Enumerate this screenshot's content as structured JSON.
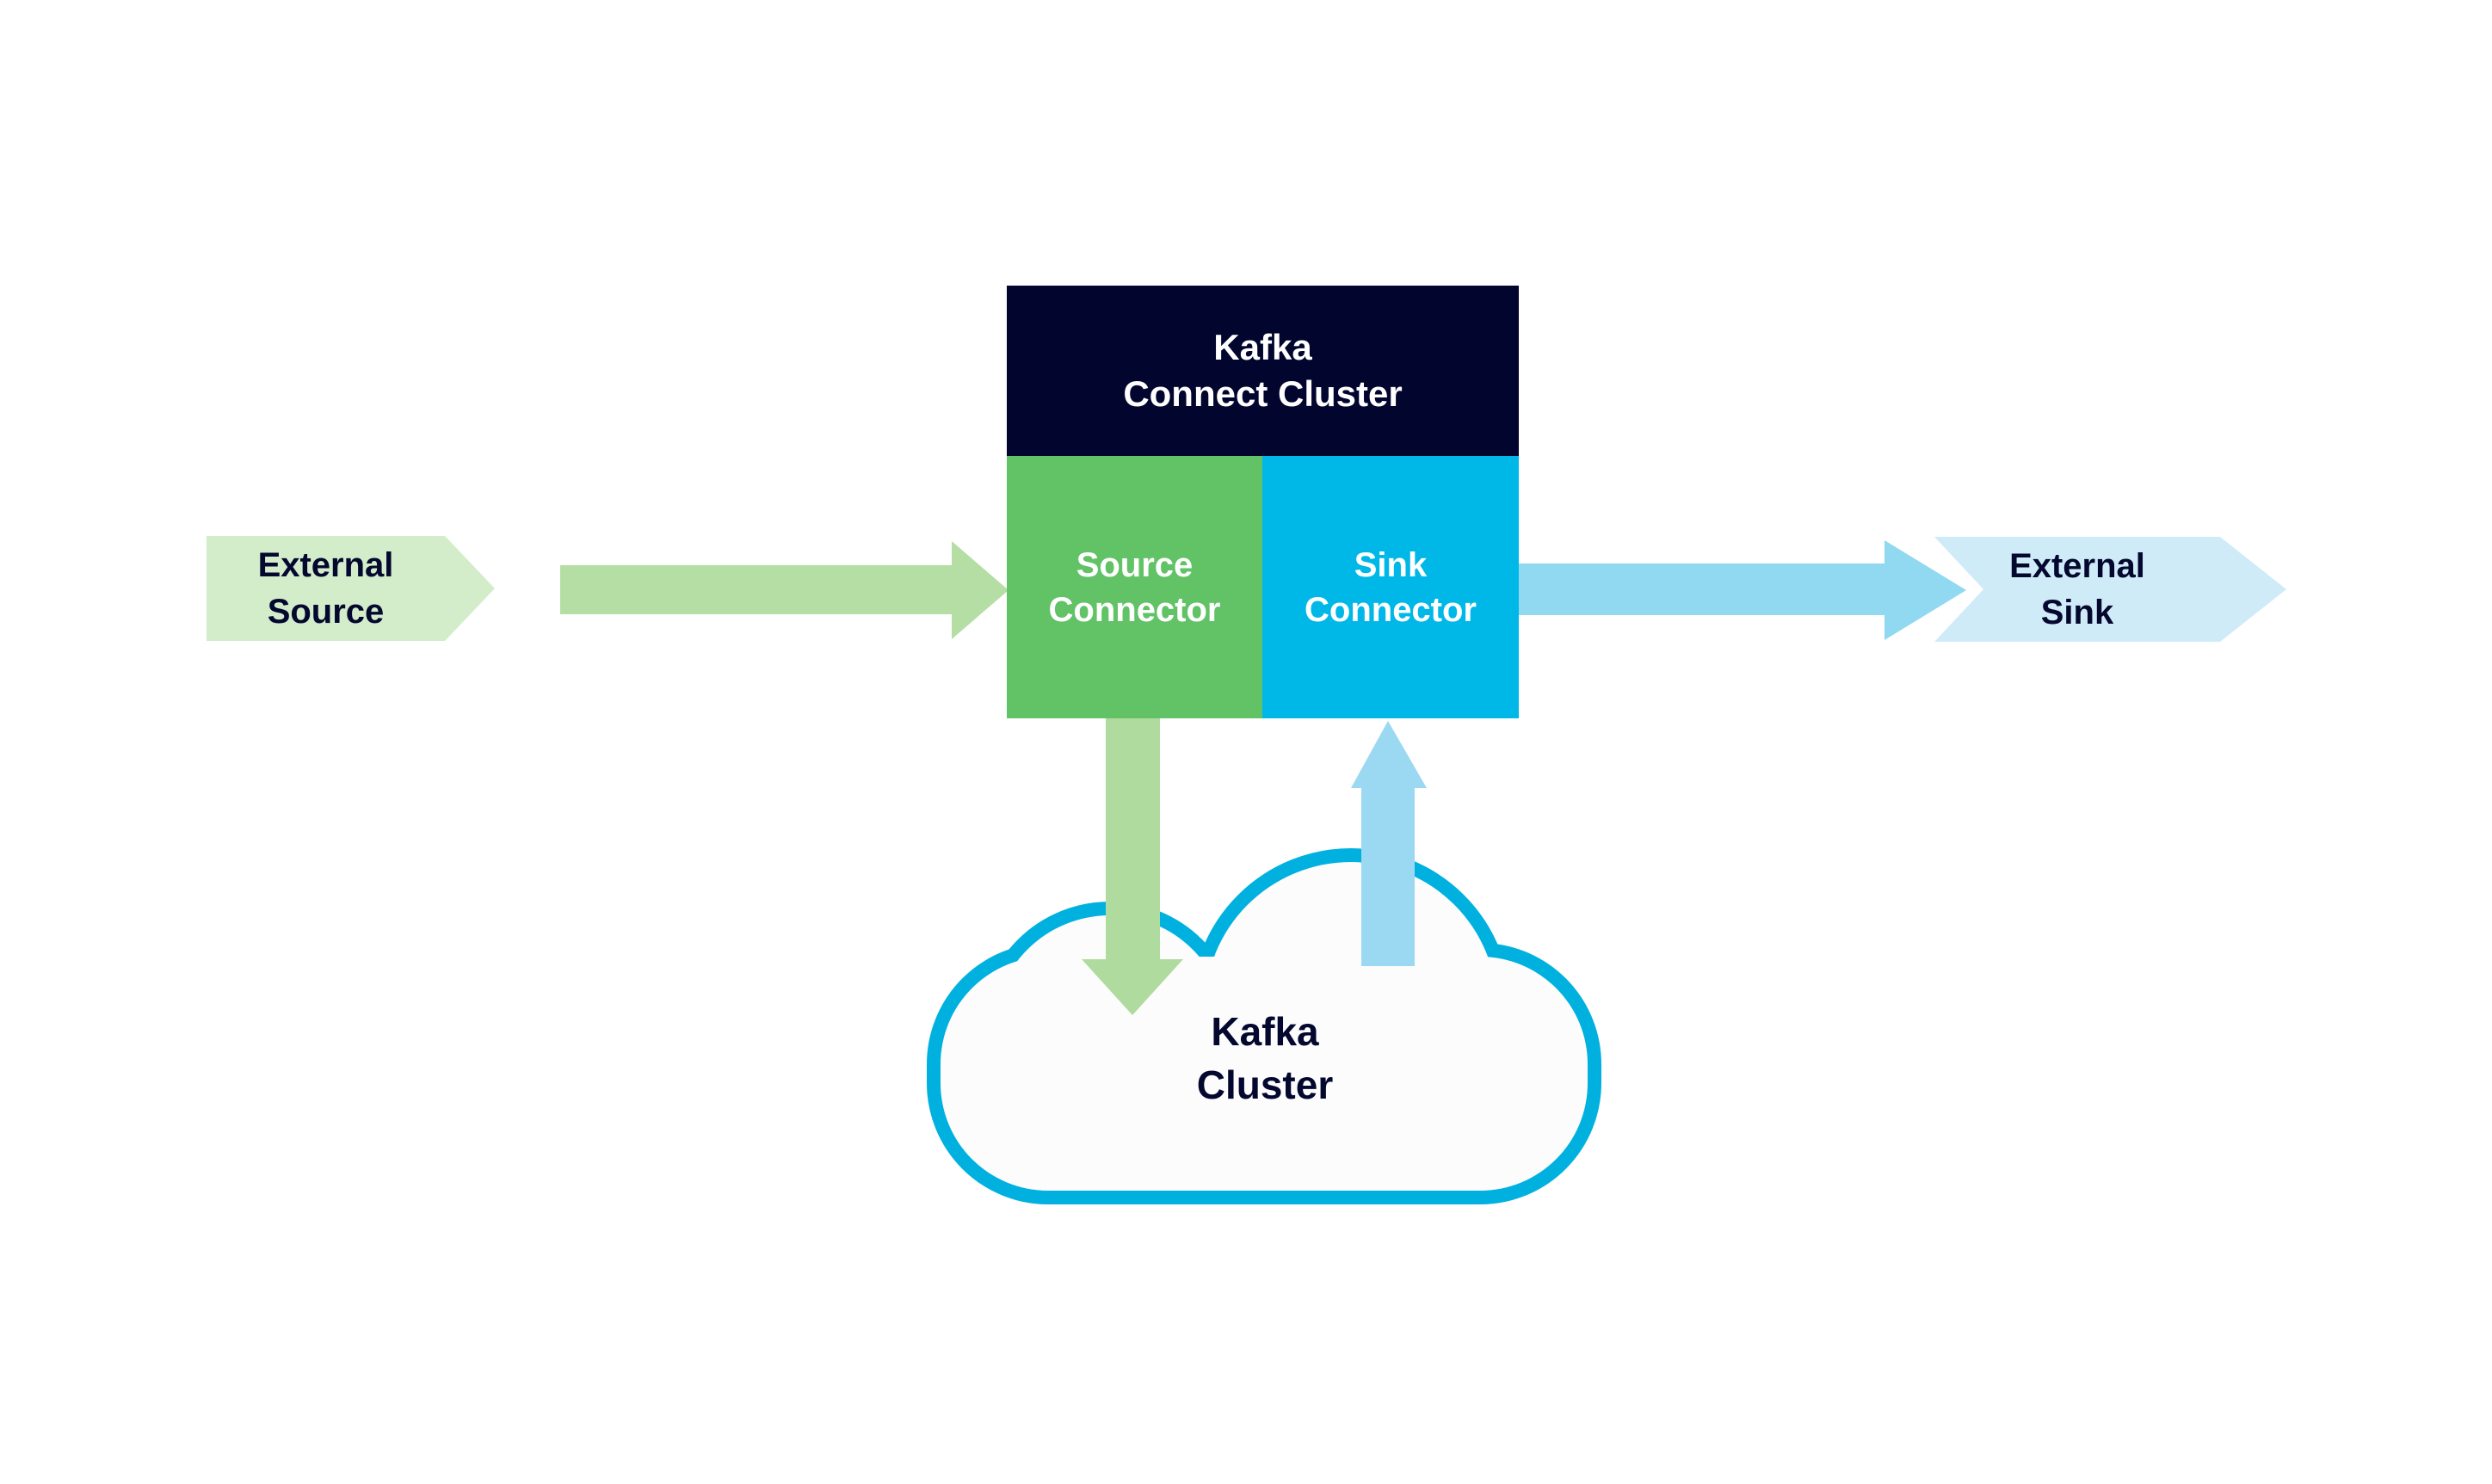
{
  "diagram": {
    "type": "architecture-flow",
    "description_of_rendered_content": "Kafka Connect data flow diagram"
  },
  "nodes": {
    "external_source": {
      "label": "External\nSource"
    },
    "kafka_connect_cluster": {
      "label": "Kafka\nConnect Cluster"
    },
    "source_connector": {
      "label": "Source\nConnector"
    },
    "sink_connector": {
      "label": "Sink\nConnector"
    },
    "external_sink": {
      "label": "External\nSink"
    },
    "kafka_cluster": {
      "label": "Kafka\nCluster"
    }
  },
  "edges": [
    {
      "from": "External Source",
      "to": "Source Connector",
      "direction": "right",
      "color_key": "green_arrow"
    },
    {
      "from": "Source Connector",
      "to": "Kafka Cluster",
      "direction": "down",
      "color_key": "green_arrow_vertical"
    },
    {
      "from": "Kafka Cluster",
      "to": "Sink Connector",
      "direction": "up",
      "color_key": "blue_arrow_vertical"
    },
    {
      "from": "Sink Connector",
      "to": "External Sink",
      "direction": "right",
      "color_key": "blue_arrow"
    }
  ],
  "colors": {
    "background": "#ffffff",
    "navy_header": "#02052e",
    "navy_text": "#04082f",
    "green_cell": "#61c266",
    "blue_cell": "#00b8e8",
    "light_green_shape": "#d3ecca",
    "green_arrow": "#b4dea4",
    "green_arrow_vertical": "#afdb9e",
    "blue_arrow": "#91d8f1",
    "blue_arrow_vertical": "#9bd8f2",
    "pale_blue_shape": "#d0ebf8",
    "cloud_border": "#00b1e0",
    "cloud_fill": "#fcfcfd",
    "box_text_white": "#ffffff"
  }
}
